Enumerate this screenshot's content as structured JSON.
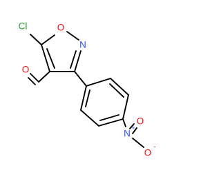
{
  "molecule": {
    "atoms": {
      "chlorine": "Cl",
      "ring_oxygen": "O",
      "ring_nitrogen": "N",
      "aldehyde_oxygen": "O",
      "nitro_nitrogen": "N",
      "nitro_oxygen_top": "O",
      "nitro_oxygen_right": "O"
    },
    "charges": {
      "nitro_nitrogen": "+",
      "nitro_oxygen_right": "-"
    }
  },
  "colors": {
    "bond": "#000000",
    "chlorine": "#1f9d1f",
    "oxygen": "#ff0d0d",
    "nitrogen": "#3050f8"
  }
}
